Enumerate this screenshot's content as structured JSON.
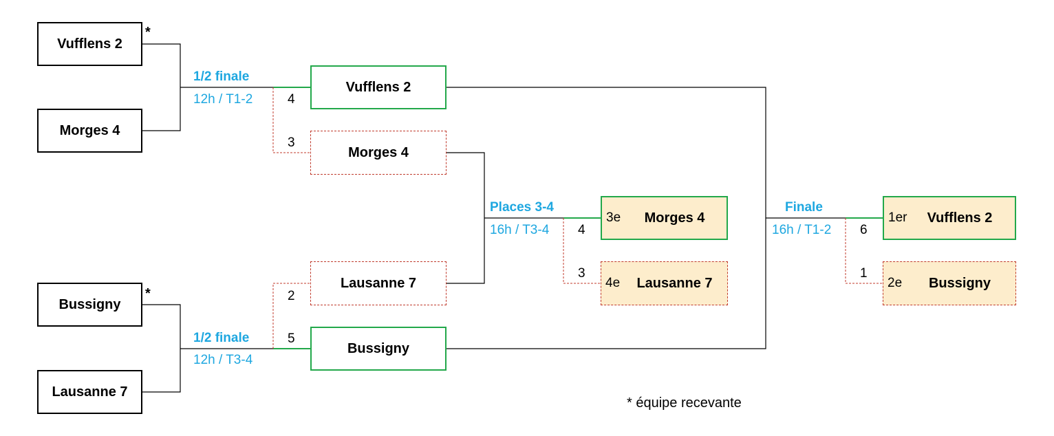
{
  "colors": {
    "winner_border": "#22a84a",
    "loser_border": "#c0392b",
    "round_label": "#1ea7e0",
    "place_fill": "#fdedcc"
  },
  "round1": {
    "team_a": "Vufflens 2",
    "team_b": "Morges 4",
    "team_c": "Bussigny",
    "team_d": "Lausanne 7",
    "star": "*"
  },
  "semi1": {
    "title": "1/2 finale",
    "sub": "12h / T1-2",
    "winner": "Vufflens 2",
    "winner_score": "4",
    "loser": "Morges 4",
    "loser_score": "3"
  },
  "semi2": {
    "title": "1/2 finale",
    "sub": "12h / T3-4",
    "winner": "Bussigny",
    "winner_score": "5",
    "loser": "Lausanne 7",
    "loser_score": "2"
  },
  "places34": {
    "title": "Places 3-4",
    "sub": "16h / T3-4",
    "third_rank": "3e",
    "third_team": "Morges 4",
    "third_score": "4",
    "fourth_rank": "4e",
    "fourth_team": "Lausanne 7",
    "fourth_score": "3"
  },
  "final": {
    "title": "Finale",
    "sub": "16h / T1-2",
    "first_rank": "1er",
    "first_team": "Vufflens 2",
    "first_score": "6",
    "second_rank": "2e",
    "second_team": "Bussigny",
    "second_score": "1"
  },
  "footnote": "* équipe recevante"
}
